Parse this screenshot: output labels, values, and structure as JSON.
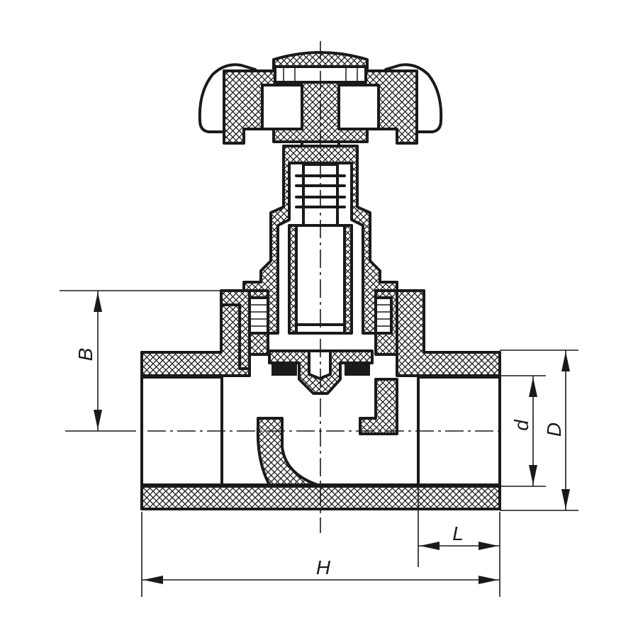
{
  "dimensions": {
    "B": "B",
    "d": "d",
    "D": "D",
    "L": "L",
    "H": "H"
  },
  "colors": {
    "line": "#1a1a1a",
    "background": "#ffffff"
  }
}
